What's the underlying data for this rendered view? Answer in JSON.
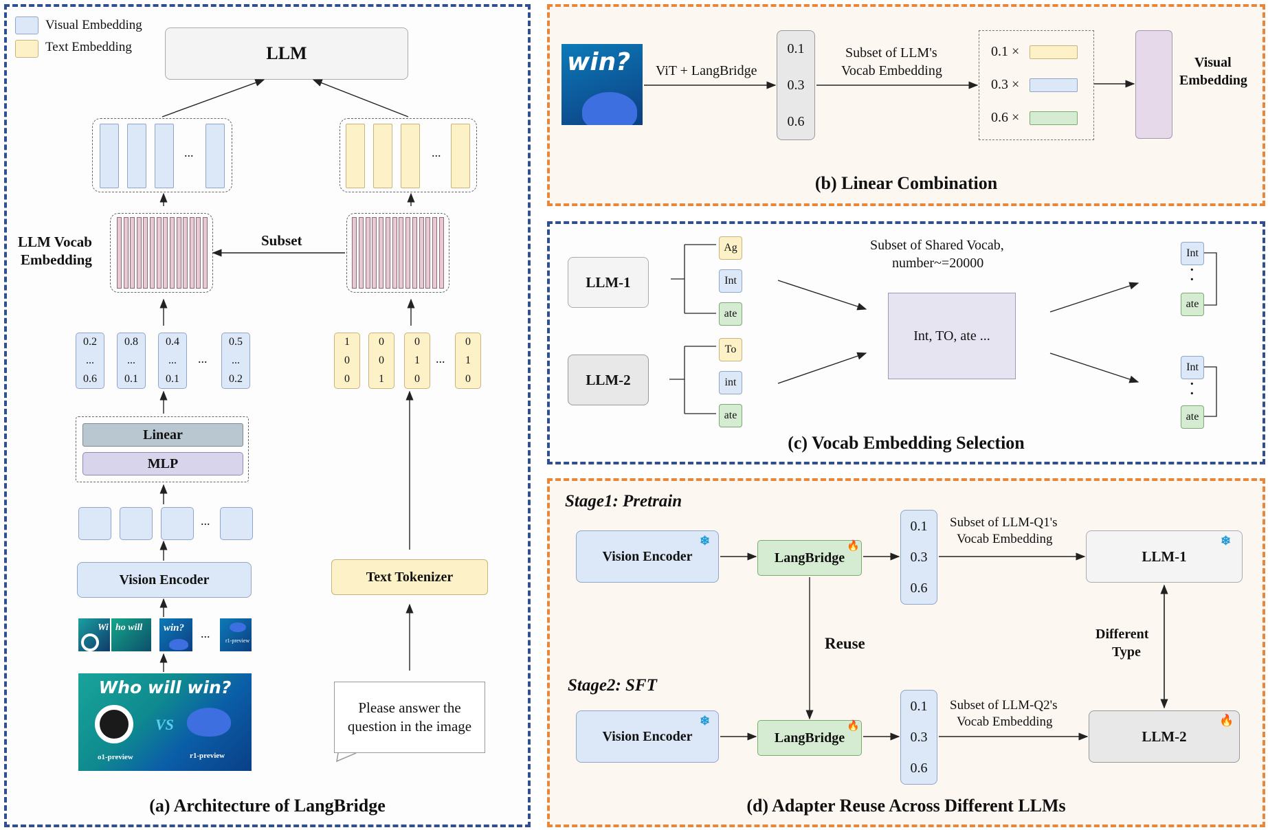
{
  "panel_a": {
    "caption": "(a) Architecture of LangBridge",
    "legend": {
      "visual": "Visual Embedding",
      "text": "Text Embedding"
    },
    "llm": "LLM",
    "ellipsis": "...",
    "vocab_label_1": "LLM Vocab",
    "vocab_label_2": "Embedding",
    "subset": "Subset",
    "visual_weights": [
      [
        "0.2",
        "...",
        "0.6"
      ],
      [
        "0.8",
        "...",
        "0.1"
      ],
      [
        "0.4",
        "...",
        "0.1"
      ],
      [
        "0.5",
        "...",
        "0.2"
      ]
    ],
    "onehot": [
      [
        "1",
        "0",
        "0"
      ],
      [
        "0",
        "0",
        "1"
      ],
      [
        "0",
        "1",
        "0"
      ],
      [
        "0",
        "1",
        "0"
      ]
    ],
    "linear": "Linear",
    "mlp": "MLP",
    "vision_encoder": "Vision Encoder",
    "text_tokenizer": "Text Tokenizer",
    "question": "Please answer the question in the image",
    "image_title": "Who will win?",
    "image_vs": "VS",
    "image_left": "o1-preview",
    "image_right": "r1-preview",
    "patch_texts": [
      "Wi",
      "ho will",
      "win?",
      "r1-preview"
    ]
  },
  "panel_b": {
    "caption": "(b) Linear Combination",
    "thumb_text": "win?",
    "vit_label": "ViT + LangBridge",
    "weights": [
      "0.1",
      "0.3",
      "0.6"
    ],
    "subset_label_1": "Subset of LLM's",
    "subset_label_2": "Vocab Embedding",
    "combo": [
      "0.1 ×",
      "0.3 ×",
      "0.6 ×"
    ],
    "visual_embedding_1": "Visual",
    "visual_embedding_2": "Embedding"
  },
  "panel_c": {
    "caption": "(c) Vocab Embedding Selection",
    "llm1": "LLM-1",
    "llm2": "LLM-2",
    "tokens1": [
      "Ag",
      "Int",
      "ate"
    ],
    "tokens2": [
      "To",
      "int",
      "ate"
    ],
    "shared_title_1": "Subset of Shared Vocab,",
    "shared_title_2": "number~=20000",
    "shared_box": "Int, TO, ate ...",
    "out1": [
      "Int",
      "ate"
    ],
    "out2": [
      "Int",
      "ate"
    ],
    "dots": "·"
  },
  "panel_d": {
    "caption": "(d) Adapter Reuse Across Different LLMs",
    "stage1": "Stage1:  Pretrain",
    "stage2": "Stage2:  SFT",
    "vision_encoder": "Vision Encoder",
    "langbridge": "LangBridge",
    "weights": [
      "0.1",
      "0.3",
      "0.6"
    ],
    "subset1_1": "Subset of LLM-Q1's",
    "subset1_2": "Vocab Embedding",
    "subset2_1": "Subset of LLM-Q2's",
    "subset2_2": "Vocab Embedding",
    "llm1": "LLM-1",
    "llm2": "LLM-2",
    "reuse": "Reuse",
    "different_1": "Different",
    "different_2": "Type",
    "frozen_icon": "❄",
    "trainable_icon": "🔥"
  },
  "colors": {
    "visual": "#dce8f7",
    "text": "#fdf1c8",
    "green": "#d6ecd2",
    "vocab_stripe": "#e8c9d4",
    "blue_border": "#2f4f8f",
    "orange_border": "#e8873a"
  }
}
